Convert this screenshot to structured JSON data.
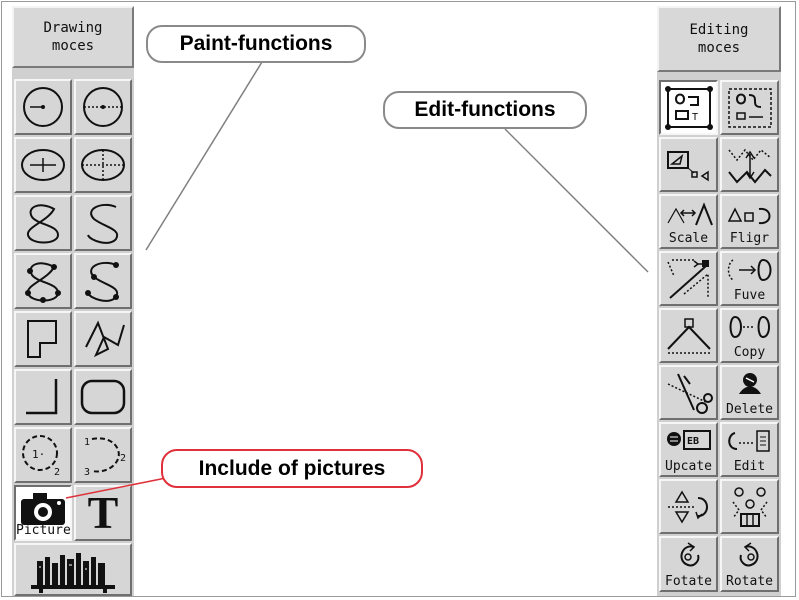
{
  "left_palette": {
    "header": [
      "Drawing",
      "moces"
    ],
    "tools": [
      {
        "name": "circle-tool-icon"
      },
      {
        "name": "circle-diameter-tool-icon"
      },
      {
        "name": "ellipse-tool-icon"
      },
      {
        "name": "ellipse-axes-tool-icon"
      },
      {
        "name": "closed-curve-tool-icon"
      },
      {
        "name": "open-curve-tool-icon"
      },
      {
        "name": "closed-curve-points-tool-icon"
      },
      {
        "name": "open-curve-points-tool-icon"
      },
      {
        "name": "polygon-tool-icon"
      },
      {
        "name": "polyline-tool-icon"
      },
      {
        "name": "corner-line-tool-icon"
      },
      {
        "name": "rounded-rectangle-tool-icon"
      },
      {
        "name": "circular-arc-tool-icon"
      },
      {
        "name": "open-arc-tool-icon"
      },
      {
        "name": "camera-icon",
        "caption": "Picture"
      },
      {
        "name": "text-tool-icon",
        "glyph": "T"
      },
      {
        "name": "library-icon"
      }
    ]
  },
  "right_palette": {
    "header": [
      "Editing",
      "moces"
    ],
    "tools": [
      {
        "name": "select-all-icon"
      },
      {
        "name": "select-region-icon"
      },
      {
        "name": "stretch-icon"
      },
      {
        "name": "reshape-icon"
      },
      {
        "name": "scale-icon",
        "caption": "Scale"
      },
      {
        "name": "flip-icon",
        "caption": "Fligr"
      },
      {
        "name": "bend-icon"
      },
      {
        "name": "move-icon",
        "caption": "Fuve"
      },
      {
        "name": "triangle-point-icon"
      },
      {
        "name": "copy-icon",
        "caption": "Copy"
      },
      {
        "name": "scissors-icon"
      },
      {
        "name": "delete-icon",
        "caption": "Delete"
      },
      {
        "name": "update-icon",
        "caption": "Upcate"
      },
      {
        "name": "edit-icon",
        "caption": "Edit"
      },
      {
        "name": "mirror-rotate-icon"
      },
      {
        "name": "group-icon"
      },
      {
        "name": "rotate-left-icon",
        "caption": "Fotate"
      },
      {
        "name": "rotate-right-icon",
        "caption": "Rotate"
      }
    ]
  },
  "callouts": {
    "paint": "Paint-functions",
    "edit": "Edit-functions",
    "pictures": "Include of pictures"
  },
  "colors": {
    "palette_bg": "#d0d0d0",
    "callout_gray_border": "#8a8a8a",
    "callout_red_border": "#e0303a"
  }
}
